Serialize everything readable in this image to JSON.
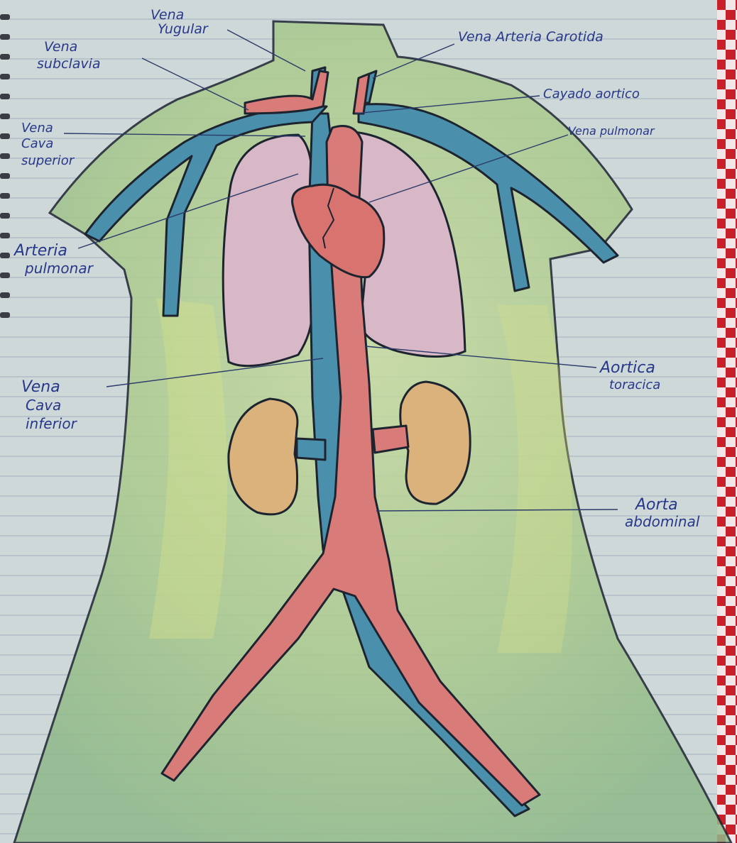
{
  "title": "",
  "colors": {
    "paper": "#cfd8d9",
    "paper_rule": "#9fb0bd",
    "torso_fill": "#a9c98d",
    "lung": "#d8b7c6",
    "heart": "#d8736f",
    "artery": "#d97b78",
    "vein": "#4a8fab",
    "kidney": "#dcb27c",
    "ink_outline": "#1d2430",
    "label_ink": "#27388a",
    "tablecloth_red": "#c8202a"
  },
  "labels": {
    "vena_yugular": [
      "Vena",
      "Yugular"
    ],
    "vena_subclavia": [
      "Vena",
      "subclavia"
    ],
    "vena_arteria_carotida": "Vena Arteria Carotida",
    "cayado_aortico": "Cayado aortico",
    "vena_pulmonar": "Vena pulmonar",
    "vena_cava_superior": [
      "Vena",
      "Cava",
      "superior"
    ],
    "arteria_pulmonar": [
      "Arteria",
      "pulmonar"
    ],
    "aortica_toracica": [
      "Aortica",
      "toracica"
    ],
    "vena_cava_inferior": [
      "Vena",
      "Cava",
      "inferior"
    ],
    "aorta_abdominal": [
      "Aorta",
      "abdominal"
    ]
  }
}
